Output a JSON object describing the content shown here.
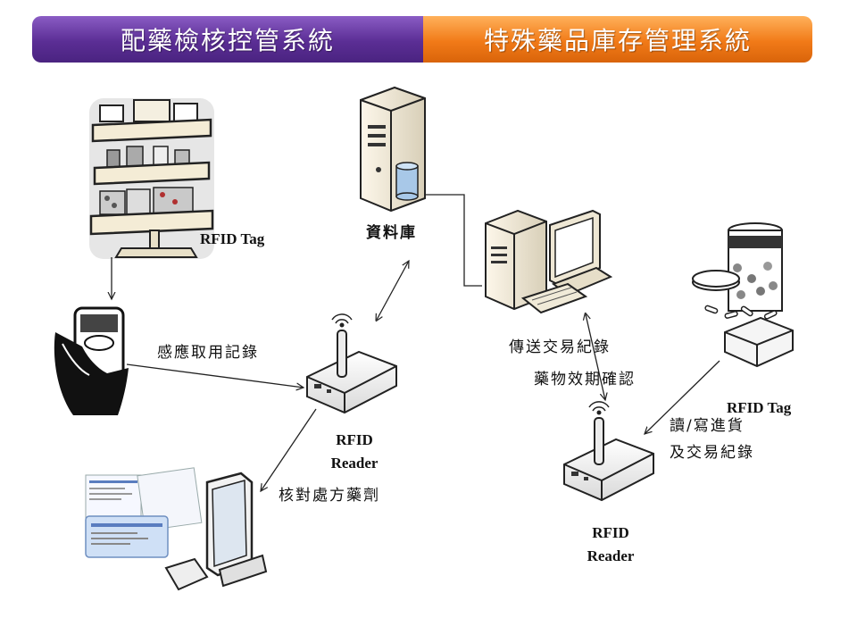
{
  "banners": {
    "left_title": "配藥檢核控管系統",
    "right_title": "特殊藥品庫存管理系統"
  },
  "labels": {
    "rfid_tag_shelf": "RFID Tag",
    "database": "資料庫",
    "sense_record": "感應取用記錄",
    "reader_left_line1": "RFID",
    "reader_left_line2": "Reader",
    "verify_prescription": "核對處方藥劑",
    "transmit_record": "傳送交易紀錄",
    "expiry_check": "藥物效期確認",
    "rfid_tag_bottle": "RFID Tag",
    "read_write_line1": "讀/寫進貨",
    "read_write_line2": "及交易紀錄",
    "reader_right_line1": "RFID",
    "reader_right_line2": "Reader"
  },
  "colors": {
    "banner_left": "#5b2e95",
    "banner_right": "#f17a18"
  }
}
